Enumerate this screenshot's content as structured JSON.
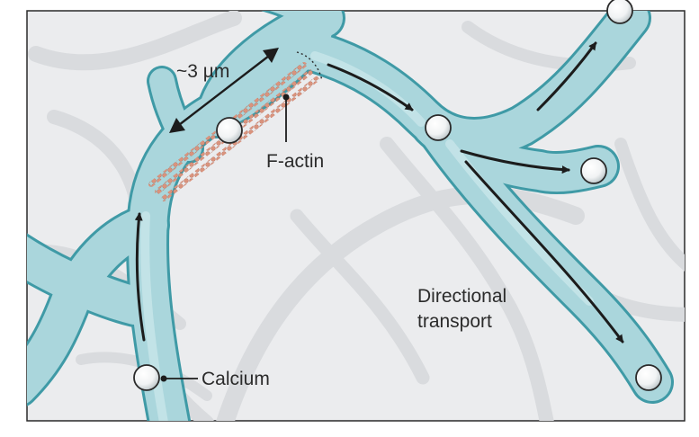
{
  "labels": {
    "length": "~3 µm",
    "factin": "F-actin",
    "transport_line1": "Directional",
    "transport_line2": "transport",
    "calcium": "Calcium"
  },
  "colors": {
    "tube_fill": "#aad6dc",
    "tube_edge": "#3f9aa6",
    "background": "#ebecee",
    "bg_network": "#d9dbde",
    "actin": "#d9937d",
    "arrow": "#1c1c1c",
    "particle": "#ffffff"
  }
}
